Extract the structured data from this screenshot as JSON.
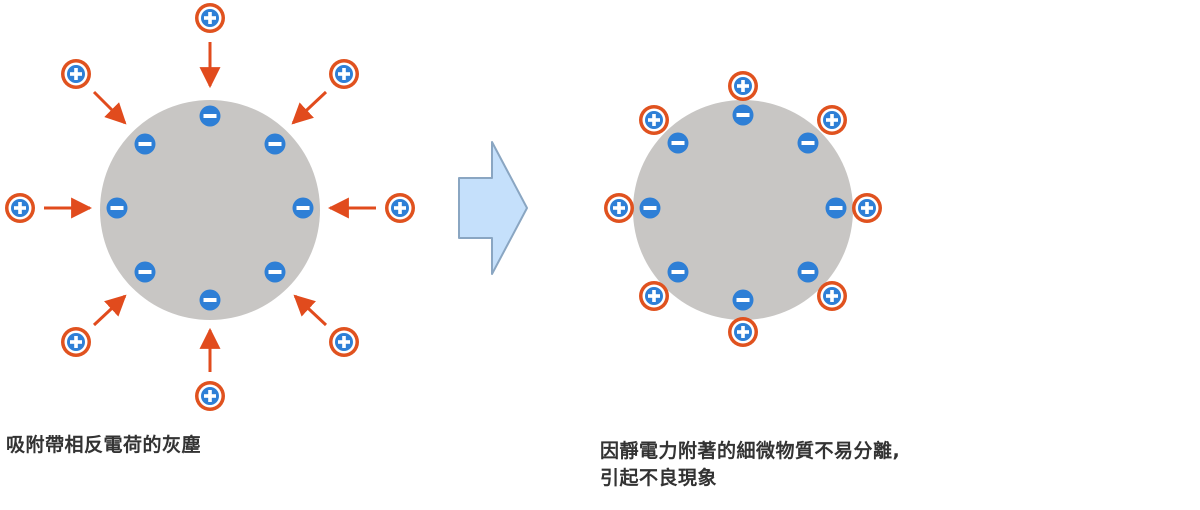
{
  "captions": {
    "left": "吸附帶相反電荷的灰塵",
    "right_line1": "因靜電力附著的細微物質不易分離,",
    "right_line2": "引起不良現象"
  },
  "colors": {
    "particle": "#c8c6c4",
    "negative_fill": "#2e7fd6",
    "positive_ring": "#e0521f",
    "arrow": "#e14b1d",
    "transition_arrow_fill": "#c5e0fb",
    "transition_arrow_stroke": "#8aa6c2"
  },
  "icons": {
    "negative_charge": "minus-circle-icon",
    "positive_charge": "plus-circle-icon",
    "transition": "right-arrow-icon"
  }
}
